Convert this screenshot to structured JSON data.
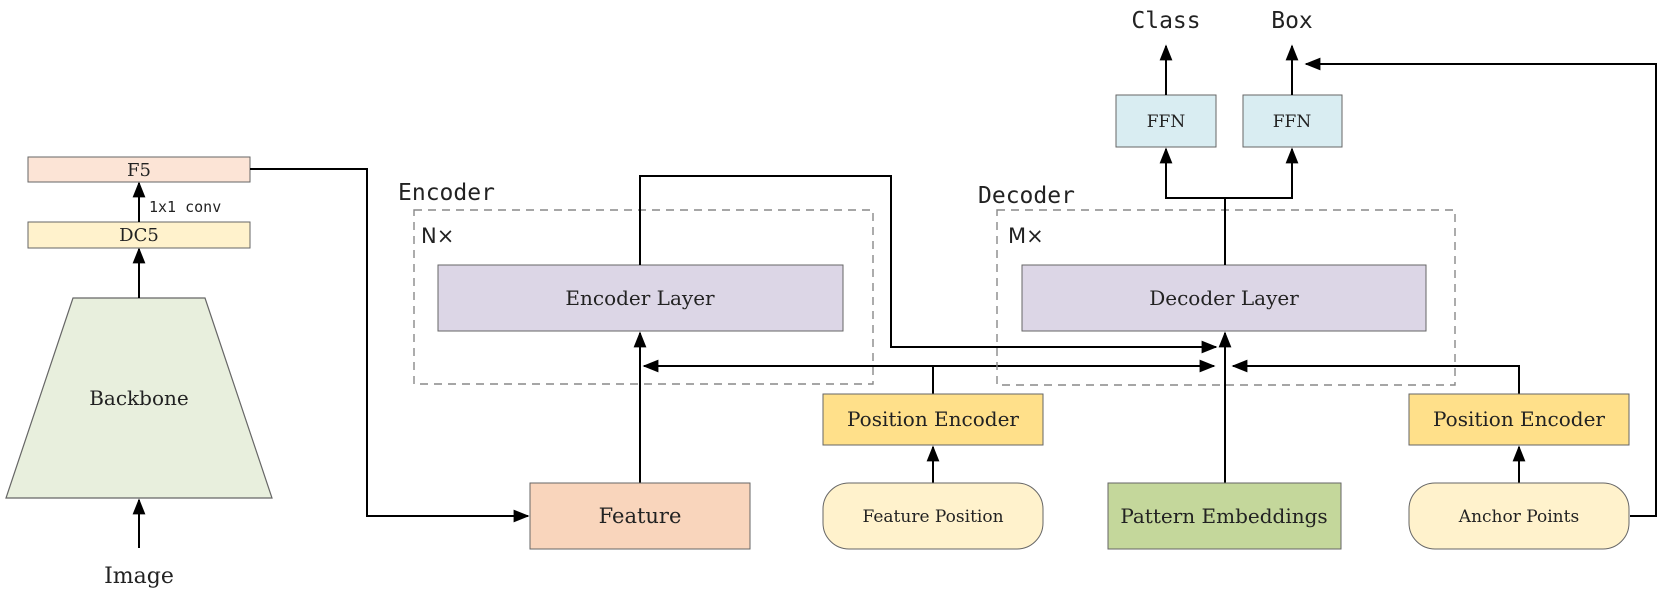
{
  "backbone": {
    "label": "Backbone",
    "input_label": "Image",
    "fill": "#e8efdd",
    "stroke": "#555555"
  },
  "dc5": {
    "label": "DC5",
    "fill": "#fff2cc"
  },
  "f5": {
    "label": "F5",
    "fill": "#fce4d6"
  },
  "conv_note": {
    "label": "1x1 conv"
  },
  "encoder": {
    "title": "Encoder",
    "repeat": "N×",
    "layer_label": "Encoder Layer",
    "layer_fill": "#dcd6e6"
  },
  "decoder": {
    "title": "Decoder",
    "repeat": "M×",
    "layer_label": "Decoder Layer",
    "layer_fill": "#dcd6e6"
  },
  "feature": {
    "label": "Feature",
    "fill": "#f9d5bc"
  },
  "position_encoder_left": {
    "label": "Position Encoder",
    "fill": "#ffe08a"
  },
  "position_encoder_right": {
    "label": "Position Encoder",
    "fill": "#ffe08a"
  },
  "feature_position": {
    "label": "Feature Position",
    "fill": "#fff2cc"
  },
  "pattern_embeddings": {
    "label": "Pattern Embeddings",
    "fill": "#c4d79b"
  },
  "anchor_points": {
    "label": "Anchor Points",
    "fill": "#fff2cc"
  },
  "ffn_class": {
    "label": "FFN",
    "fill": "#d9edf2"
  },
  "ffn_box": {
    "label": "FFN",
    "fill": "#d9edf2"
  },
  "output_class": {
    "label": "Class"
  },
  "output_box": {
    "label": "Box"
  }
}
